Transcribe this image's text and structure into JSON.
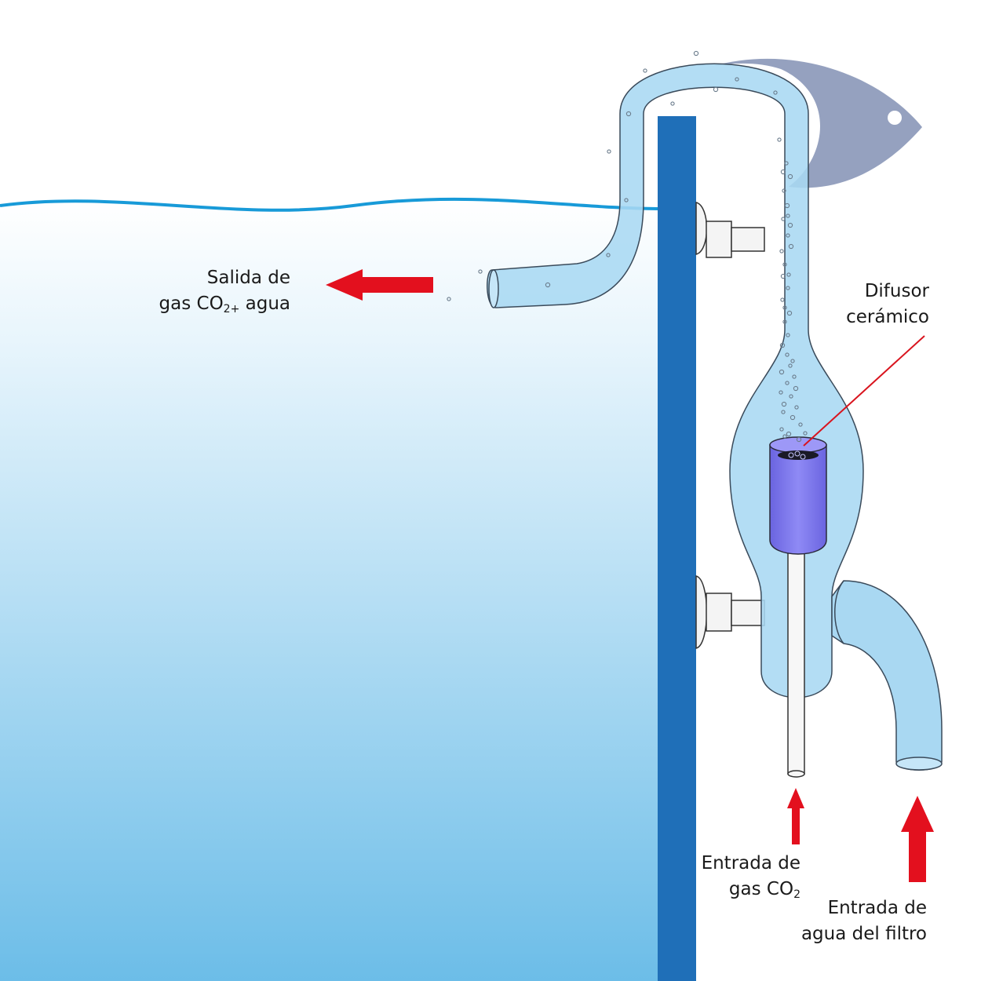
{
  "labels": {
    "outlet": {
      "line1": "Salida de",
      "line2_prefix": "gas CO",
      "line2_sub": "2+",
      "line2_suffix": " agua"
    },
    "diffuser": {
      "line1": "Difusor",
      "line2": "cerámico"
    },
    "gas_inlet": {
      "line1": "Entrada de",
      "line2_prefix": "gas CO",
      "line2_sub": "2"
    },
    "water_inlet": {
      "line1": "Entrada de",
      "line2": "agua del filtro"
    }
  },
  "colors": {
    "water_top": "#ffffff",
    "water_bottom": "#6cbde8",
    "water_surface": "#189ad8",
    "tank_wall": "#1f6fb8",
    "tube_fill": "#a9d8f2",
    "tube_stroke": "#3a4a5a",
    "diffuser": "#8a85f0",
    "fish": "#8f9cbc",
    "arrow": "#e3101e",
    "pointer_line": "#d9141e"
  }
}
